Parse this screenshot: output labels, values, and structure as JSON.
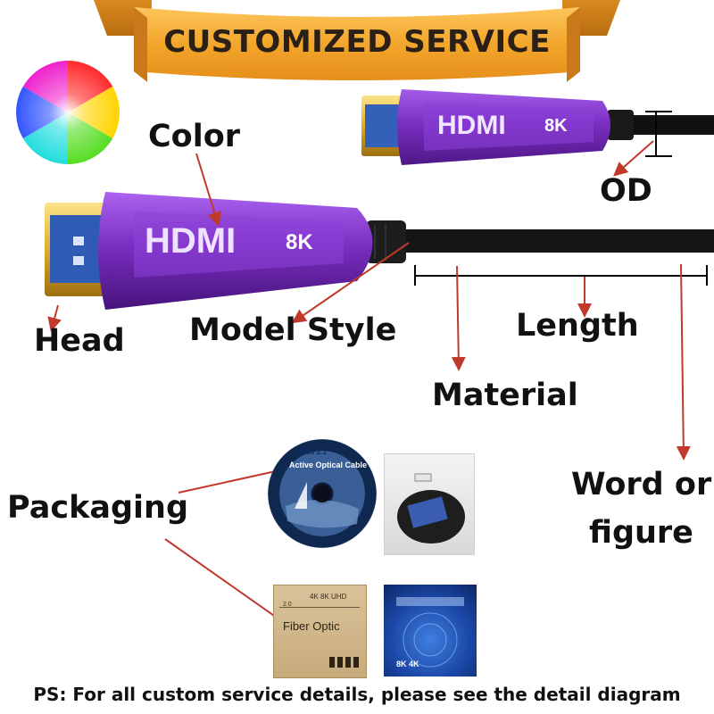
{
  "banner": {
    "title": "CUSTOMIZED SERVICE"
  },
  "labels": {
    "color": "Color",
    "od": "OD",
    "head": "Head",
    "model_style": "Model Style",
    "length": "Length",
    "material": "Material",
    "word_line1": "Word or",
    "word_line2": "figure",
    "packaging": "Packaging"
  },
  "cable": {
    "brand": "HDMI",
    "resolution": "8K"
  },
  "packages": {
    "reel_text": "Active Optical Cable",
    "reel_top": "HDMI 2.1",
    "box_line1": "4K 8K UHD",
    "box_line2": "2.0",
    "box_title": "Fiber Optic",
    "blue_box_text": "8K 4K"
  },
  "footer": {
    "ps": "PS: For all custom service details, please see the detail diagram"
  },
  "colors": {
    "banner": "#f3a82f",
    "purple": "#7b2fc2",
    "arrow": "#c0392b",
    "gold": "#e7b52c"
  }
}
